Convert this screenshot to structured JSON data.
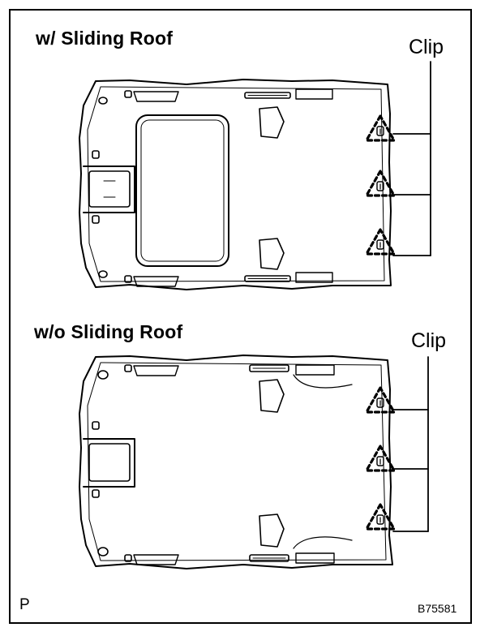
{
  "sections": [
    {
      "heading": "w/ Sliding Roof",
      "clip_label": "Clip"
    },
    {
      "heading": "w/o Sliding Roof",
      "clip_label": "Clip"
    }
  ],
  "footer": {
    "left_letter": "P",
    "figure_code": "B75581"
  },
  "colors": {
    "line": "#000000",
    "background": "#ffffff"
  }
}
